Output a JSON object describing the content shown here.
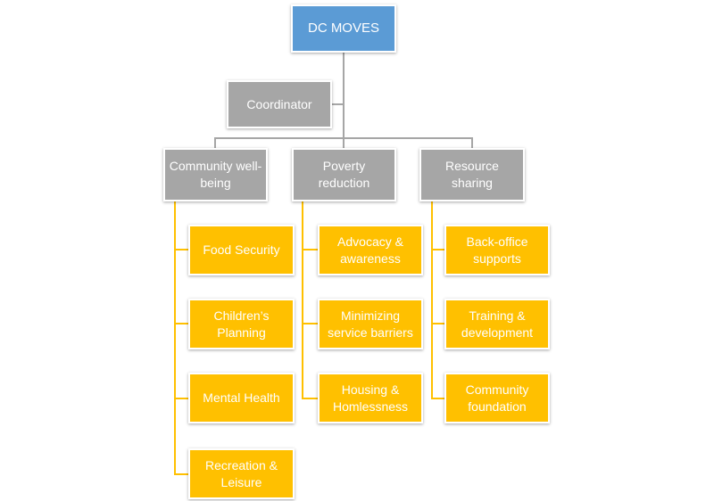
{
  "colors": {
    "root": "#5B9BD5",
    "secondary": "#A6A6A6",
    "accent": "#FFC000",
    "text": "#FFFFFF",
    "background": "#FFFFFF",
    "connector_gray": "#A6A6A6",
    "connector_gold": "#FFC000"
  },
  "org_chart": {
    "type": "organization-chart",
    "root": {
      "label": "DC MOVES"
    },
    "assistant": {
      "label": "Coordinator"
    },
    "branches": [
      {
        "label": "Community well-being",
        "children": [
          "Food Security",
          "Children’s Planning",
          "Mental Health",
          "Recreation & Leisure"
        ]
      },
      {
        "label": "Poverty reduction",
        "children": [
          "Advocacy & awareness",
          "Minimizing service barriers",
          "Housing & Homlessness"
        ]
      },
      {
        "label": "Resource sharing",
        "children": [
          "Back-office supports",
          "Training & development",
          "Community foundation"
        ]
      }
    ]
  }
}
